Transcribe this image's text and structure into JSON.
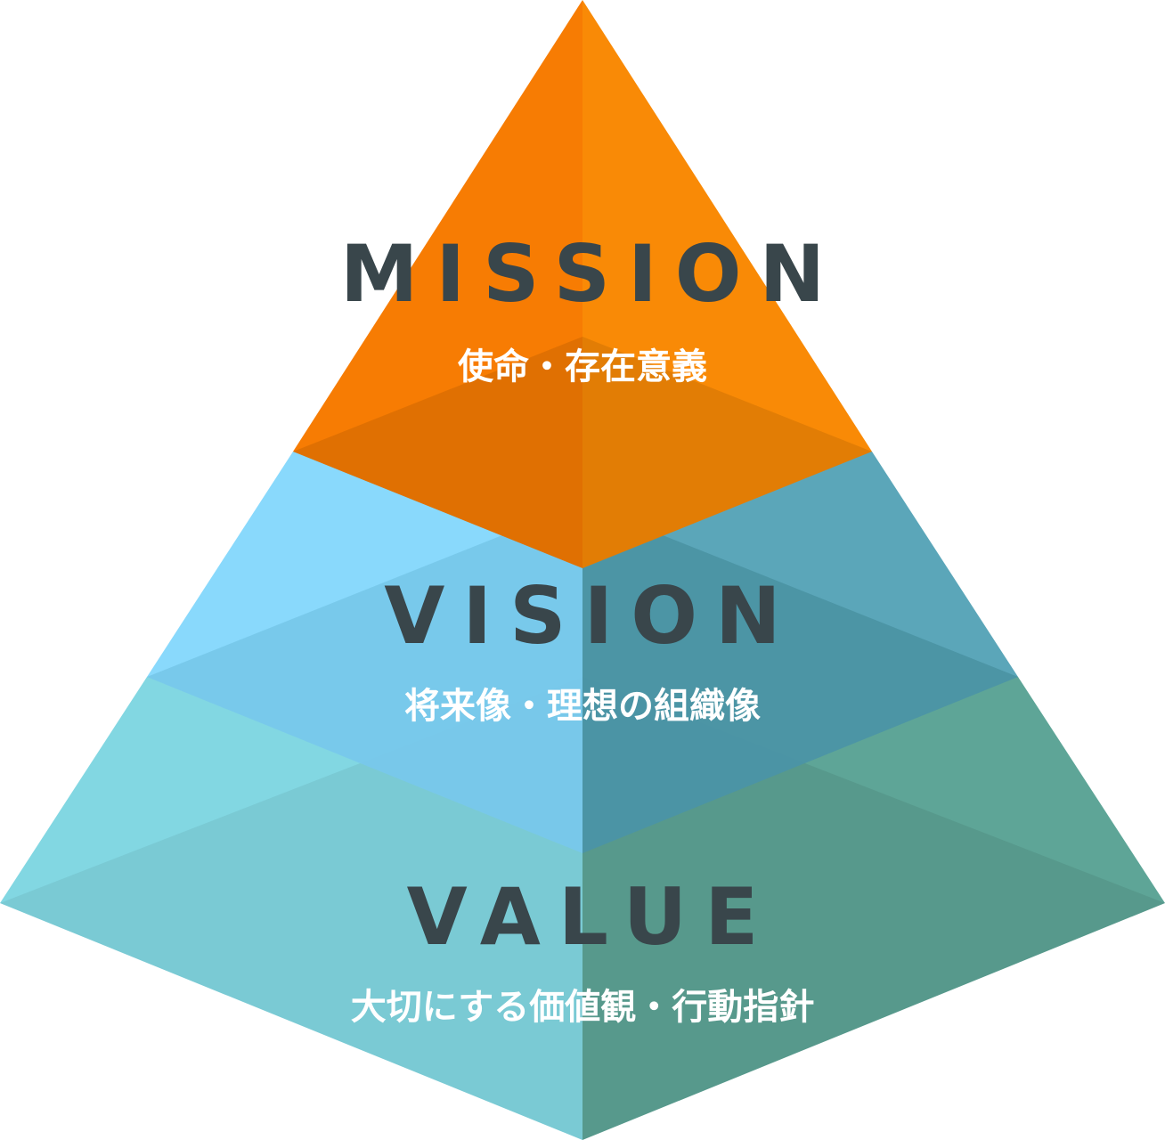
{
  "diagram": {
    "tiers": [
      {
        "title": "MISSION",
        "subtitle": "使命・存在意義",
        "color_left": "#f77c03",
        "color_right": "#f98a06"
      },
      {
        "title": "VISION",
        "subtitle": "将来像・理想の組織像",
        "color_left": "#80d6fc",
        "color_right": "#52a1b5"
      },
      {
        "title": "VALUE",
        "subtitle": "大切にする価値観・行動指針",
        "color_left": "#82d7e2",
        "color_right": "#5ea597"
      }
    ]
  }
}
